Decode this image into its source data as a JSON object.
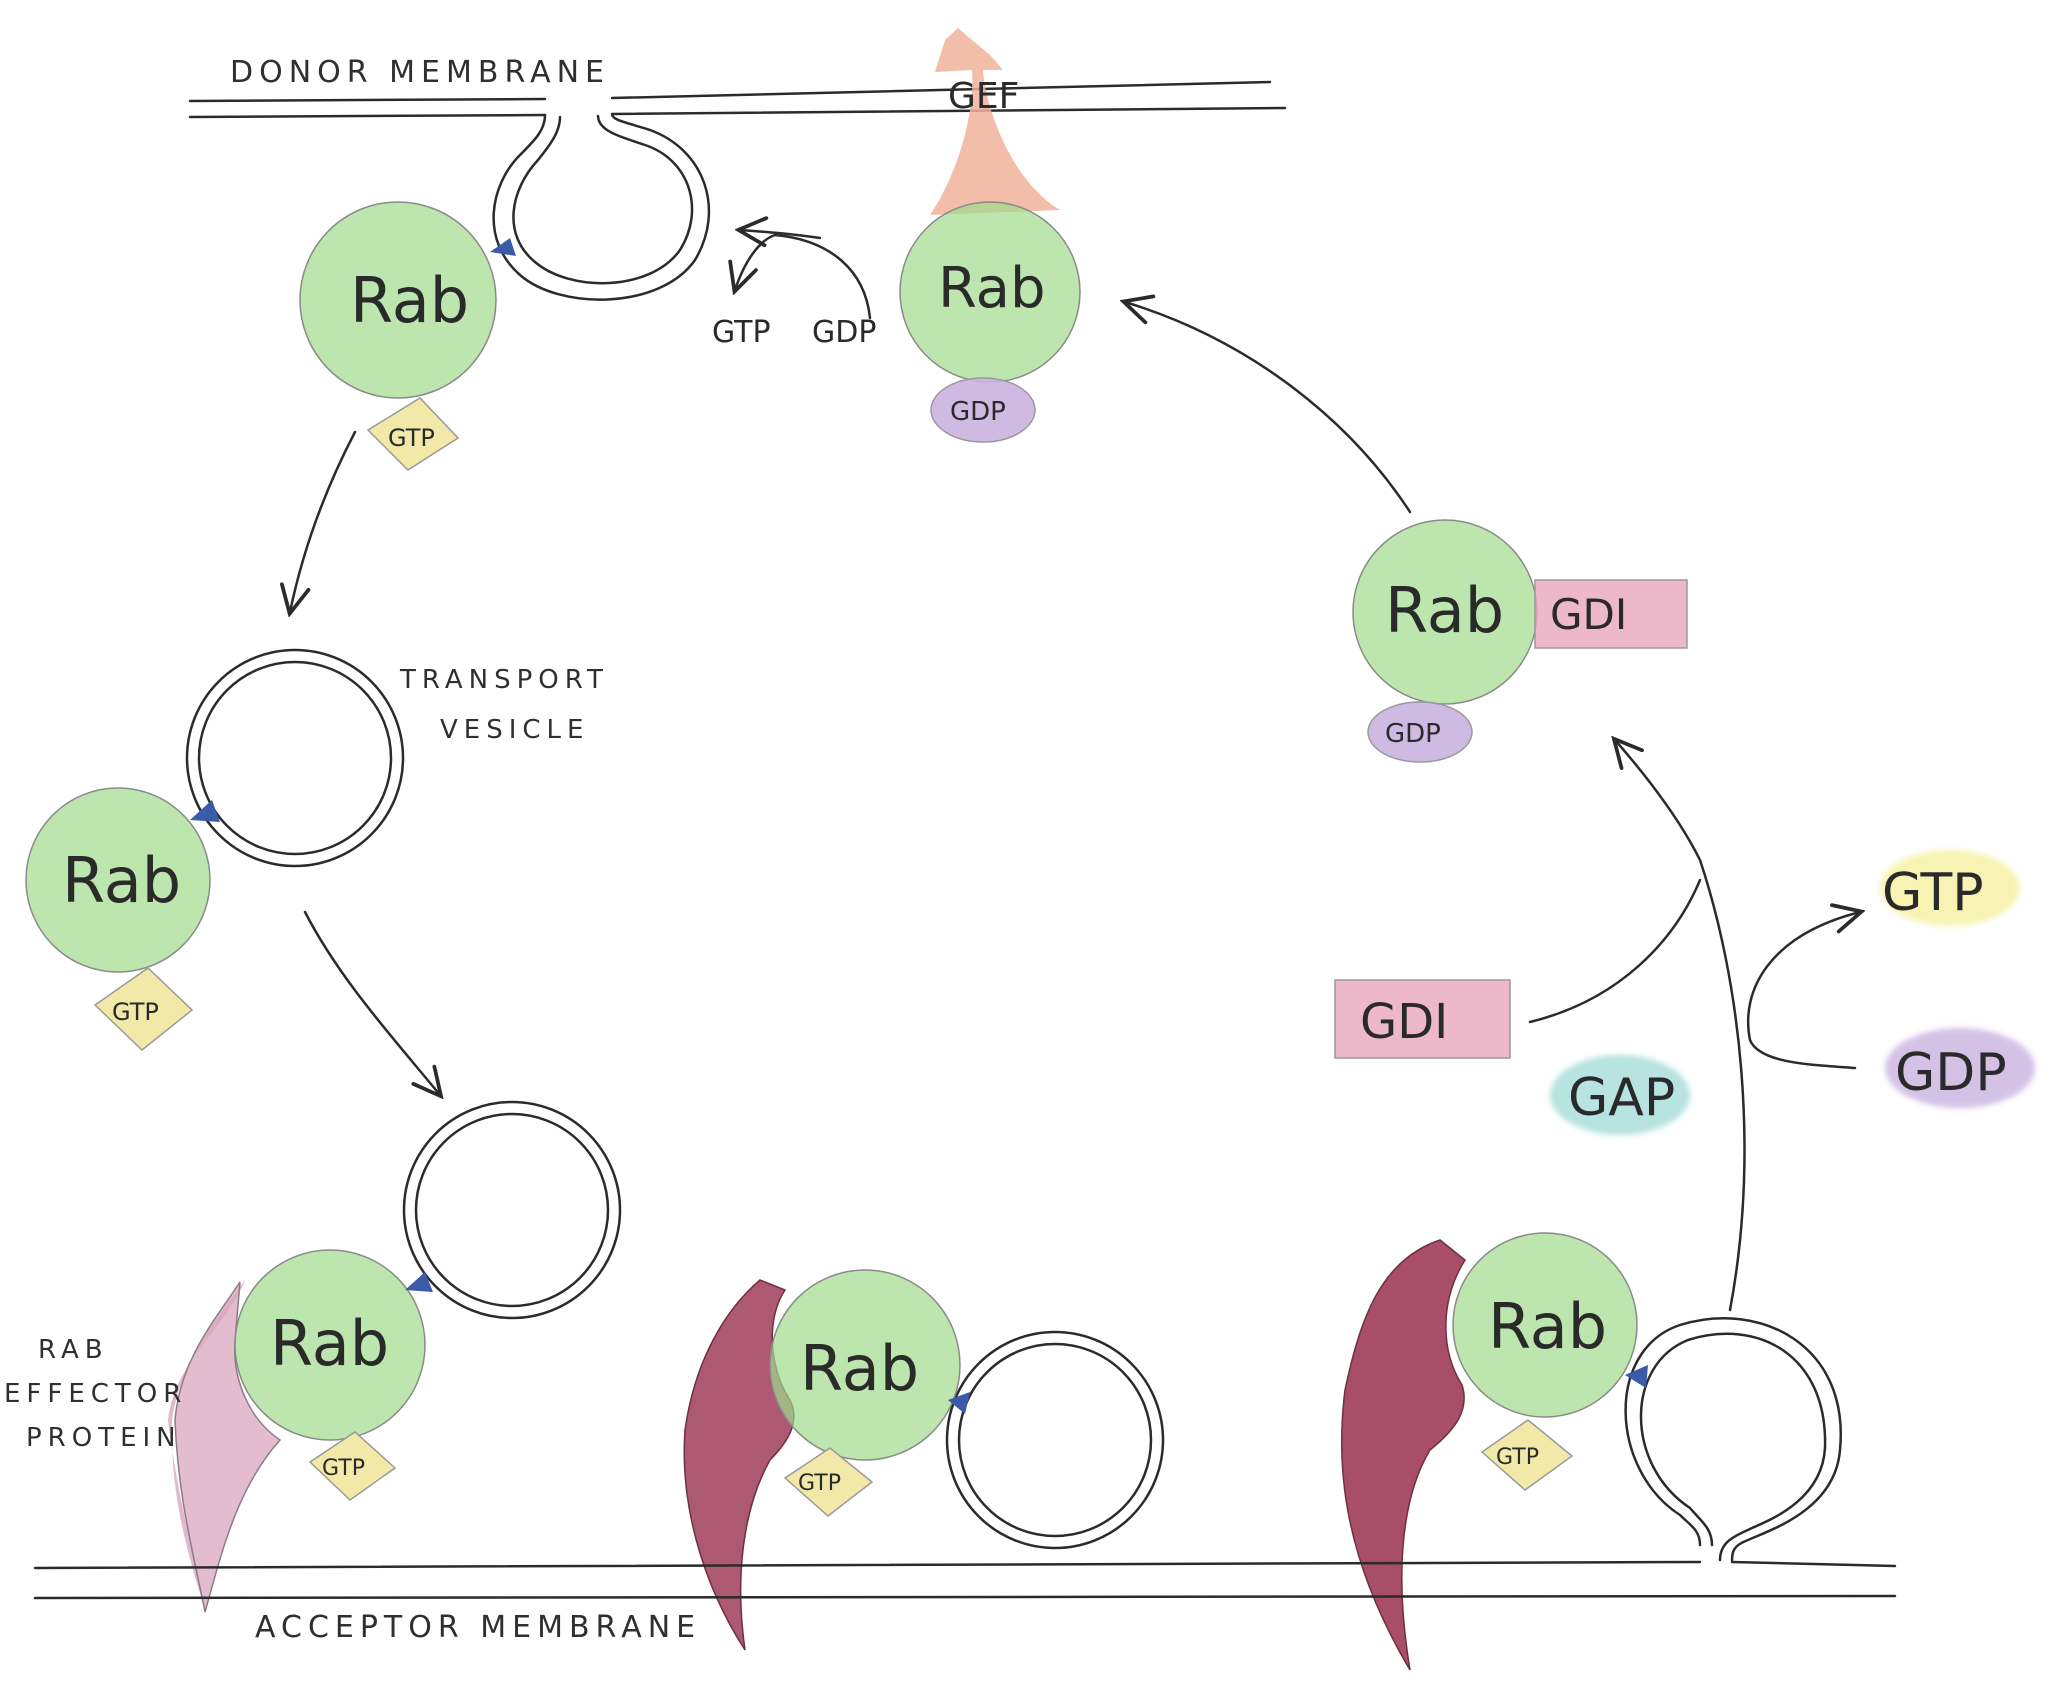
{
  "labels": {
    "donor_membrane": "DONOR MEMBRANE",
    "acceptor_membrane": "ACCEPTOR MEMBRANE",
    "transport_vesicle_line1": "TRANSPORT",
    "transport_vesicle_line2": "VESICLE",
    "effector_line1": "RAB",
    "effector_line2": "EFFECTOR",
    "effector_line3": "PROTEIN"
  },
  "proteins": {
    "rab": "Rab",
    "gef": "GEF",
    "gdi": "GDI",
    "gap": "GAP"
  },
  "nucleotides": {
    "gtp": "GTP",
    "gdp": "GDP"
  },
  "colors": {
    "rab": "#9fdc8a",
    "gtp": "#f2e9a8",
    "gdp": "#c9b3e0",
    "gdi": "#e9a7bd",
    "gap": "#9fd9d5",
    "gef": "#f0b39a",
    "effector_light": "#d9a6bf",
    "effector_dark": "#9c3554",
    "gtp_glow": "#f6f0a0"
  }
}
